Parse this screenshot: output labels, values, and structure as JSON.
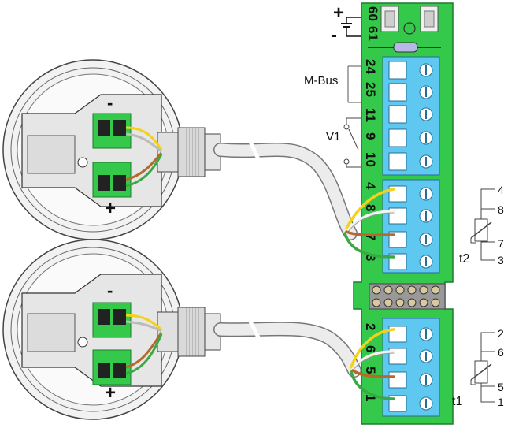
{
  "power": {
    "plus": "+",
    "minus": "-",
    "terminals": [
      "60",
      "61"
    ]
  },
  "mbus": {
    "label": "M-Bus",
    "terminals": [
      "24",
      "25"
    ]
  },
  "valve": {
    "label": "V1",
    "terminals": [
      "11",
      "9",
      "10"
    ]
  },
  "t2": {
    "label": "t2",
    "board_terminals": [
      "4",
      "8",
      "7",
      "3"
    ],
    "sensor_terminals": [
      "4",
      "8",
      "7",
      "3"
    ]
  },
  "t1": {
    "label": "t1",
    "board_terminals": [
      "2",
      "6",
      "5",
      "1"
    ],
    "sensor_terminals": [
      "2",
      "6",
      "5",
      "1"
    ]
  },
  "sensor_heads": [
    {
      "plus": "+",
      "minus": "-"
    },
    {
      "plus": "+",
      "minus": "-"
    }
  ],
  "colors": {
    "board": "#34c94a",
    "terminal_block": "#5fc8f0",
    "wire_yellow": "#f2d21b",
    "wire_brown": "#b36a2a",
    "wire_green": "#3aa845",
    "wire_white": "#f4f4f4"
  }
}
